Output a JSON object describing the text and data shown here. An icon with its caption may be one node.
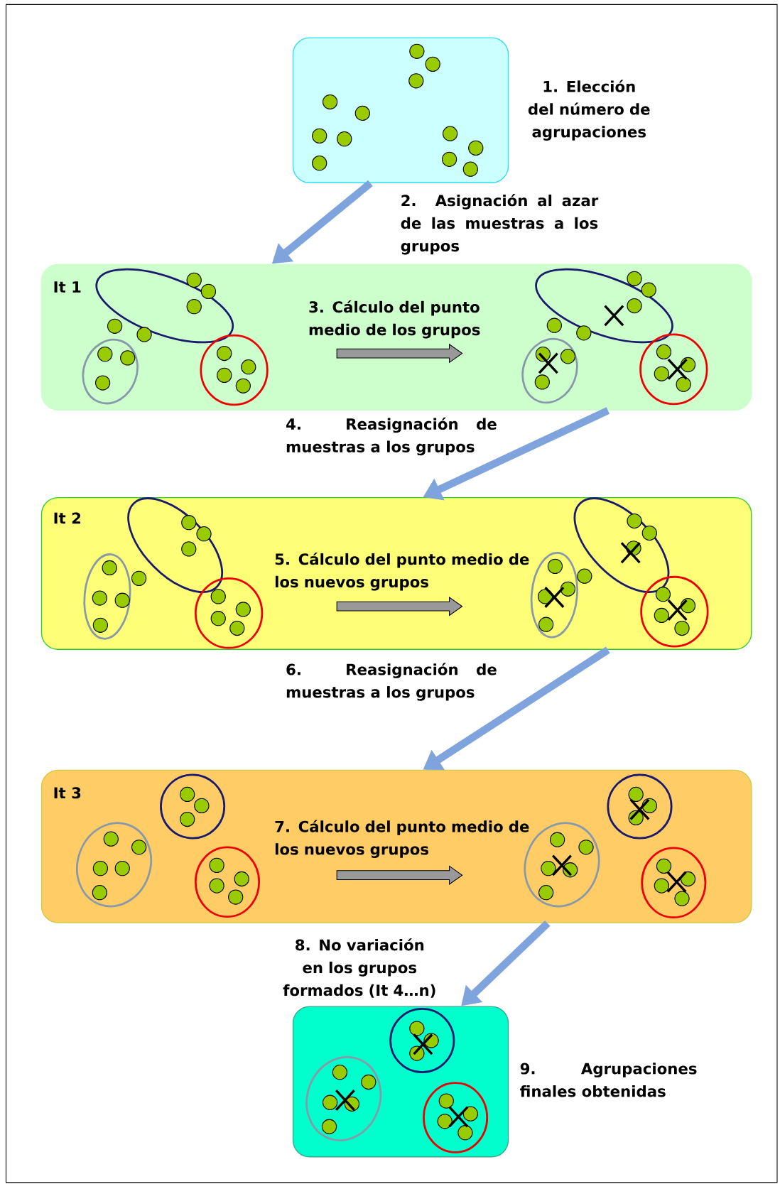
{
  "diagram": {
    "nodes": [
      {
        "text": [],
        "shape": "box",
        "beside": [
          "1. Elección del número de agrupaciones"
        ]
      },
      {
        "text": [
          "It 1",
          "3. Cálculo del punto medio de los grupos"
        ]
      },
      {
        "text": [
          "It 2",
          "5. Cálculo del punto medio de los nuevos grupos"
        ]
      },
      {
        "text": [
          "It 3",
          "7. Cálculo del punto medio de los nuevos grupos"
        ]
      },
      {
        "text": [],
        "shape": "box",
        "beside": [
          "9. Agrupaciones finales obtenidas"
        ]
      }
    ],
    "edges": [
      {
        "from": 0,
        "to": 1,
        "arrow": "to",
        "label": "2. Asignación al azar de las muestras a los grupos"
      },
      {
        "from": 1,
        "to": 2,
        "arrow": "to",
        "label": "4. Reasignación de muestras a los grupos"
      },
      {
        "from": 2,
        "to": 3,
        "arrow": "to",
        "label": "6. Reasignación de muestras a los grupos"
      },
      {
        "from": 3,
        "to": 4,
        "arrow": "to",
        "label": "8. No variación en los grupos formados (It 4…n)"
      }
    ]
  }
}
